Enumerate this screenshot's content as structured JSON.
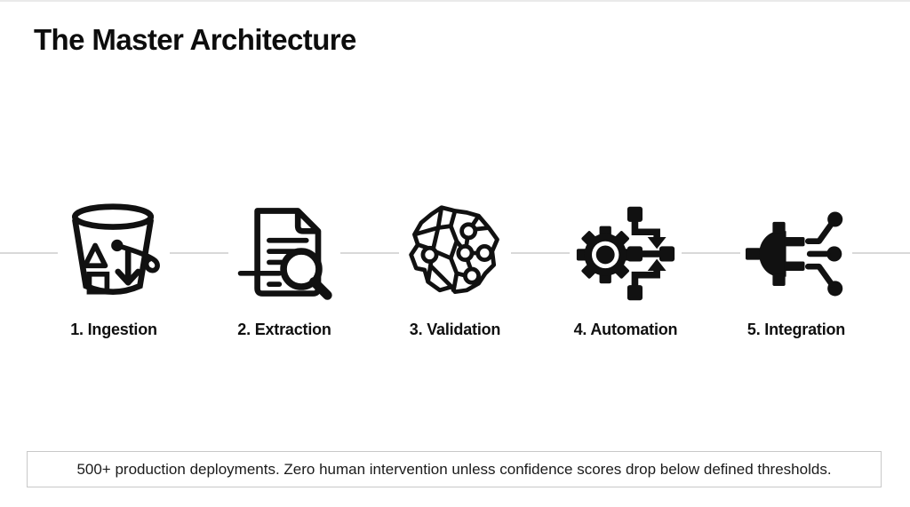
{
  "page": {
    "title": "The Master Architecture"
  },
  "pipeline": {
    "steps": [
      {
        "label": "1. Ingestion",
        "icon": "bucket-download-icon"
      },
      {
        "label": "2. Extraction",
        "icon": "document-search-icon"
      },
      {
        "label": "3. Validation",
        "icon": "brain-circuit-icon"
      },
      {
        "label": "4. Automation",
        "icon": "gear-flowchart-icon"
      },
      {
        "label": "5. Integration",
        "icon": "plug-network-icon"
      }
    ]
  },
  "footer": {
    "note": "500+ production deployments. Zero human intervention unless confidence scores drop below defined thresholds."
  },
  "colors": {
    "ink": "#111111",
    "connector_line": "#d9d9d9",
    "note_border": "#c8c8c8",
    "background": "#ffffff"
  }
}
